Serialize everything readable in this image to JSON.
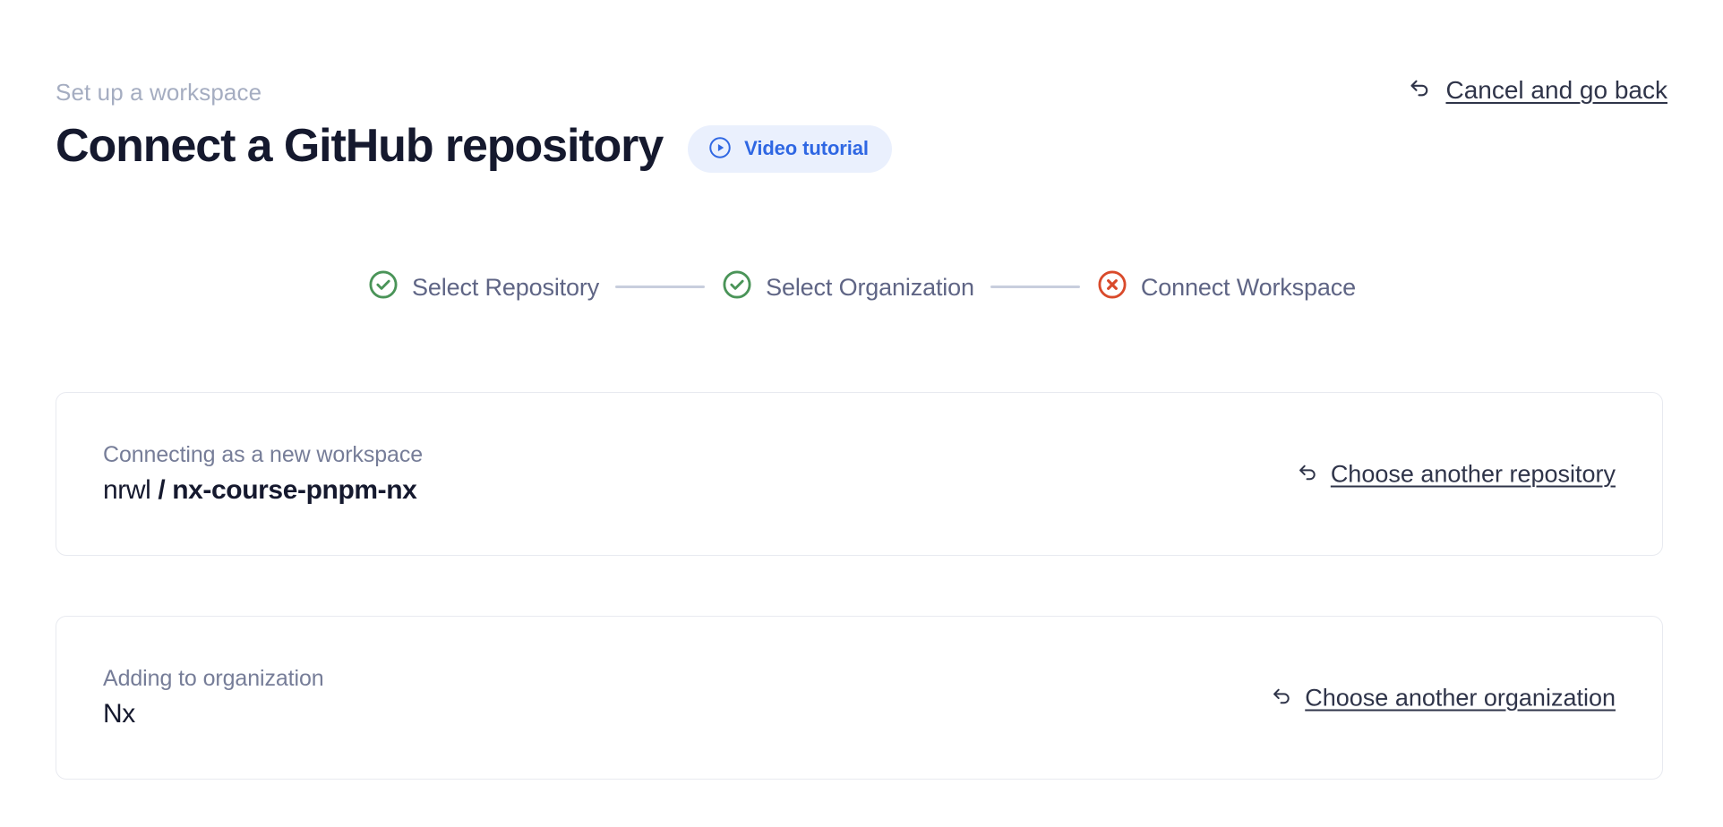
{
  "header": {
    "breadcrumb": "Set up a workspace",
    "title": "Connect a GitHub repository",
    "video_badge": {
      "label": "Video tutorial",
      "icon": "play-circle-icon",
      "text_color": "#2f67e3",
      "background_color": "#eaf0fd"
    },
    "cancel_link": {
      "label": "Cancel and go back",
      "icon": "undo-arrow-icon"
    }
  },
  "stepper": {
    "steps": [
      {
        "label": "Select Repository",
        "state": "complete",
        "icon": "check-circle-icon",
        "icon_color": "#4a9458"
      },
      {
        "label": "Select Organization",
        "state": "complete",
        "icon": "check-circle-icon",
        "icon_color": "#4a9458"
      },
      {
        "label": "Connect Workspace",
        "state": "incomplete",
        "icon": "x-circle-icon",
        "icon_color": "#d94a2b"
      }
    ],
    "connector_color": "#c8cedd",
    "label_color": "#5f6585"
  },
  "cards": [
    {
      "caption": "Connecting as a new workspace",
      "value_owner": "nrwl",
      "value_separator": " / ",
      "value_name": "nx-course-pnpm-nx",
      "action": {
        "label": "Choose another repository",
        "icon": "undo-arrow-icon"
      }
    },
    {
      "caption": "Adding to organization",
      "value_name": "Nx",
      "action": {
        "label": "Choose another organization",
        "icon": "undo-arrow-icon"
      }
    }
  ],
  "colors": {
    "page_background": "#ffffff",
    "title": "#15192e",
    "breadcrumb": "#a5adc1",
    "card_border": "#e8eaf0",
    "link": "#2f3449"
  }
}
